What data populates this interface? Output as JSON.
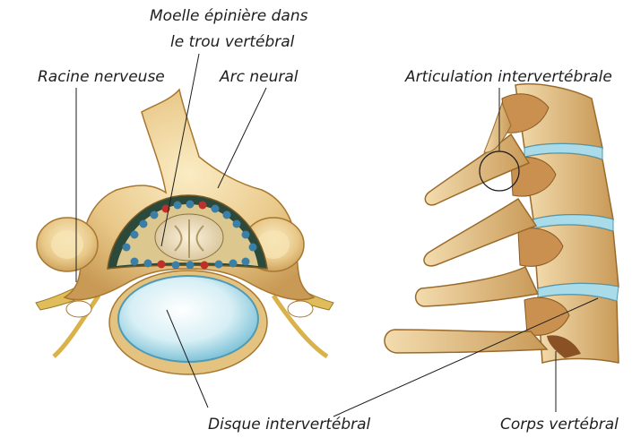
{
  "labels": {
    "moelle_line1": "Moelle épinière dans",
    "moelle_line2": "le trou vertébral",
    "racine": "Racine nerveuse",
    "arc": "Arc neural",
    "articulation": "Articulation intervertébrale",
    "disque": "Disque intervertébral",
    "corps": "Corps vertébral"
  },
  "colors": {
    "bone": "#e9c98a",
    "bone_dark": "#b8823f",
    "disc": "#a9dbe8",
    "nerve": "#d9b24a",
    "vessel_blue": "#3b7fa6",
    "vessel_red": "#c0302a",
    "leader": "#1e1e1e"
  }
}
